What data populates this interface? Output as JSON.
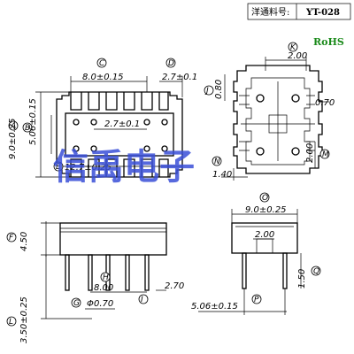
{
  "header": {
    "label": "洋通料号:",
    "part_no": "YT-028",
    "rohs": "RoHS"
  },
  "watermark": "信禹电子",
  "callouts": {
    "A": "A",
    "B": "B",
    "C": "C",
    "D": "D",
    "E": "E",
    "F": "F",
    "G": "G",
    "H": "H",
    "I": "I",
    "J": "J",
    "K": "K",
    "L": "L",
    "M": "M",
    "N": "N",
    "O": "O",
    "P": "P",
    "Q": "Q"
  },
  "dimensions": {
    "A": "9.0±0.25",
    "B": "5.06±0.15",
    "C": "8.0±0.15",
    "D": "2.7±0.1",
    "E": "12.7±0.25",
    "F": "4.50",
    "G": "0.70",
    "H": "8.00",
    "I": "2.70",
    "J": "0.80",
    "K": "2.00",
    "L": "3.50±0.25",
    "M": "2.00",
    "N": "1.40",
    "O": "9.0±0.25",
    "P": "5.06±0.15",
    "Q": "1.50",
    "mid_pin": "2.7±0.1",
    "right_j_width": "0.70",
    "side_pin": "2.00"
  }
}
